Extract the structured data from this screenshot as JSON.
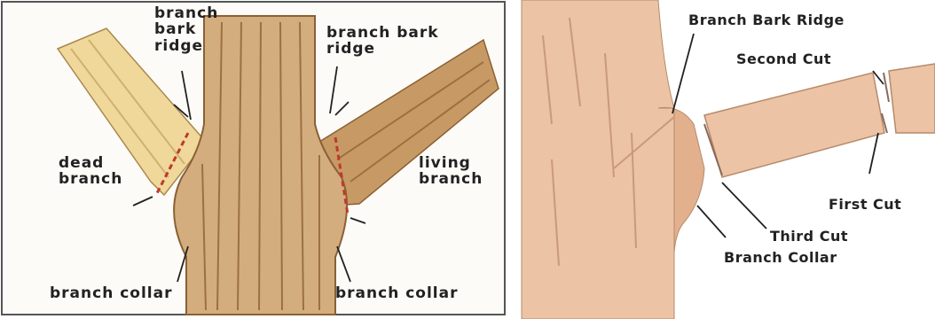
{
  "left_diagram": {
    "labels": {
      "bark_ridge_left": "branch\nbark\nridge",
      "bark_ridge_right": "branch bark\nridge",
      "dead_branch": "dead\nbranch",
      "living_branch": "living\nbranch",
      "collar_left": "branch collar",
      "collar_right": "branch collar"
    }
  },
  "right_diagram": {
    "labels": {
      "bark_ridge": "Branch Bark Ridge",
      "second_cut": "Second Cut",
      "first_cut": "First Cut",
      "third_cut": "Third Cut",
      "branch_collar": "Branch Collar"
    }
  },
  "colors": {
    "trunk": "#d4ad7e",
    "dead_wood": "#f0d89a",
    "cut_line": "#c0392b",
    "right_wood": "#ecc3a4"
  }
}
